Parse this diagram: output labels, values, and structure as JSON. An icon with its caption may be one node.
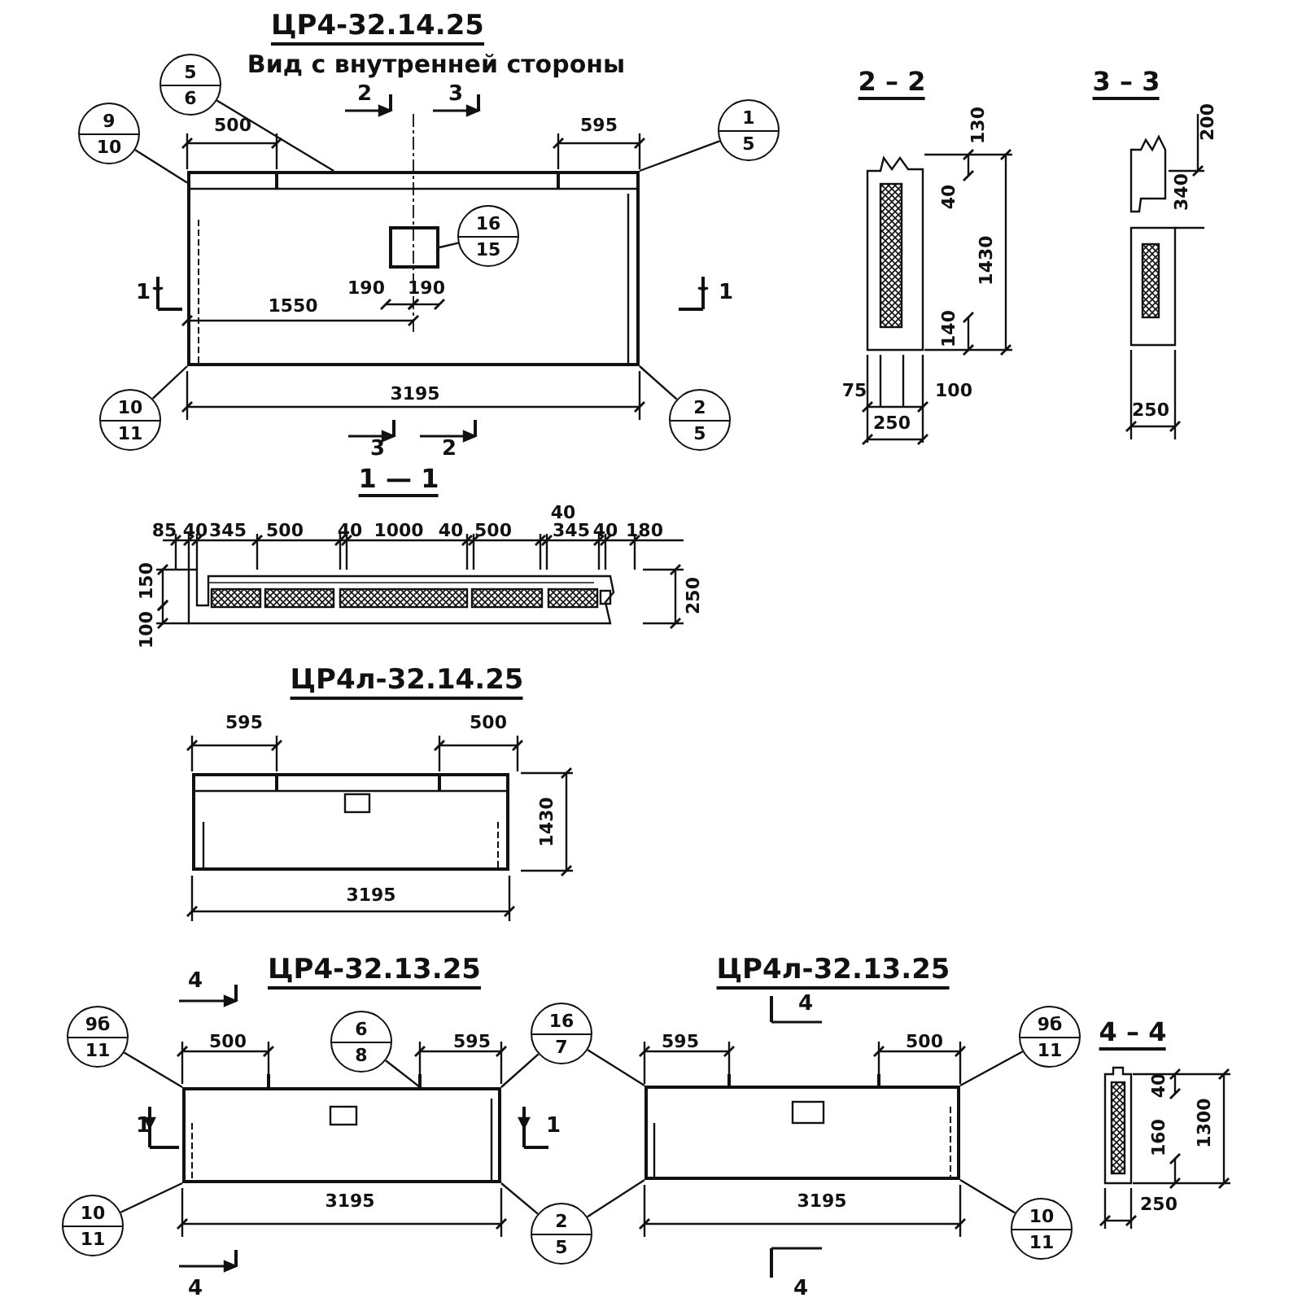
{
  "diagram": {
    "nodes": [
      {
        "text": [],
        "shape": "box",
        "beside": [
          "ЦР4-32.14.25",
          "Вид с внутренней стороны"
        ]
      },
      {
        "text": [],
        "shape": "box",
        "in": 0
      },
      {
        "text": [],
        "shape": "box",
        "beside": [
          "ЦР4л-32.14.25"
        ]
      },
      {
        "text": [],
        "shape": "box"
      },
      {
        "text": [],
        "shape": "box",
        "beside": [
          "ЦР4л-32.13.25"
        ]
      },
      {
        "text": [
          "5",
          "6"
        ]
      },
      {
        "text": [
          "9",
          "10"
        ]
      },
      {
        "text": [
          "1",
          "5"
        ]
      },
      {
        "text": [
          "16",
          "15"
        ],
        "in": 0
      },
      {
        "text": [
          "10",
          "11"
        ]
      },
      {
        "text": [
          "2",
          "5"
        ]
      },
      {
        "text": [
          "9б",
          "11"
        ]
      },
      {
        "text": [
          "6",
          "8"
        ]
      },
      {
        "text": [
          "16",
          "7"
        ]
      },
      {
        "text": [
          "10",
          "11"
        ]
      },
      {
        "text": [
          "2",
          "5"
        ]
      },
      {
        "text": [
          "9б",
          "11"
        ]
      },
      {
        "text": [
          "10",
          "11"
        ]
      }
    ],
    "edges": [
      {
        "from": 5,
        "to": 0,
        "arrow": "none"
      },
      {
        "from": 6,
        "to": 0,
        "arrow": "none"
      },
      {
        "from": 7,
        "to": 0,
        "arrow": "none"
      },
      {
        "from": 8,
        "to": 1,
        "arrow": "none"
      },
      {
        "from": 9,
        "to": 0,
        "arrow": "none"
      },
      {
        "from": 10,
        "to": 0,
        "arrow": "none"
      },
      {
        "from": 11,
        "to": 3,
        "arrow": "none"
      },
      {
        "from": 12,
        "to": 3,
        "arrow": "none"
      },
      {
        "from": 13,
        "to": 3,
        "arrow": "none"
      },
      {
        "from": 13,
        "to": 4,
        "arrow": "none"
      },
      {
        "from": 14,
        "to": 3,
        "arrow": "none"
      },
      {
        "from": 15,
        "to": 3,
        "arrow": "none"
      },
      {
        "from": 15,
        "to": 4,
        "arrow": "none"
      },
      {
        "from": 16,
        "to": 4,
        "arrow": "none"
      },
      {
        "from": 17,
        "to": 4,
        "arrow": "none"
      }
    ],
    "labels": [
      "2 – 2",
      "3 – 3",
      "2",
      "3",
      "500",
      "595",
      "130",
      "200",
      "40",
      "340",
      "1",
      "190",
      "190",
      "1550",
      "1",
      "1430",
      "140",
      "3195",
      "75",
      "100",
      "250",
      "250",
      "3",
      "2",
      "1 — 1",
      "40",
      "85",
      "40",
      "345",
      "500",
      "40",
      "1000",
      "40",
      "500",
      "345",
      "40",
      "180",
      "150",
      "250",
      "100",
      "595",
      "500",
      "1430",
      "3195",
      "4",
      "ЦР4-32.13.25",
      "4",
      "4 – 4",
      "500",
      "595",
      "595",
      "500",
      "40",
      "1300",
      "1",
      "1",
      "160",
      "3195",
      "3195",
      "250",
      "4",
      "4"
    ]
  }
}
